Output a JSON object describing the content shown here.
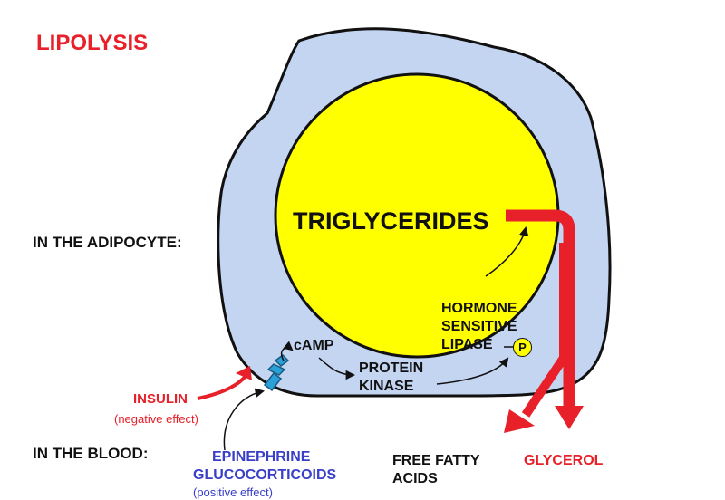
{
  "title": "LIPOLYSIS",
  "labels": {
    "adipocyte": "IN THE ADIPOCYTE:",
    "blood": "IN THE BLOOD:",
    "triglycerides": "TRIGLYCERIDES",
    "camp": "cAMP",
    "protein_kinase": [
      "PROTEIN",
      "KINASE"
    ],
    "hsl": [
      "HORMONE",
      "SENSITIVE",
      "LIPASE"
    ],
    "phosphate": "P",
    "insulin": "INSULIN",
    "insulin_note": "(negative effect)",
    "epinephrine": "EPINEPHRINE",
    "glucocorticoids": "GLUCOCORTICOIDS",
    "positive_note": "(positive effect)",
    "ffa": [
      "FREE FATTY",
      "ACIDS"
    ],
    "glycerol": "GLYCEROL"
  },
  "colors": {
    "cell": "#c4d5f2",
    "droplet": "#ffff00",
    "red": "#e8202a",
    "blue": "#3a3fc8",
    "receptor": "#2aa0d8"
  }
}
